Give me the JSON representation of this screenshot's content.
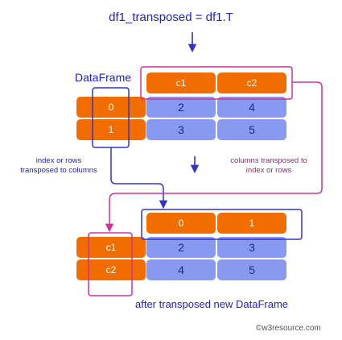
{
  "diagram": {
    "code_title": "df1_transposed = df1.T",
    "dataframe_label": "DataFrame",
    "original": {
      "columns": [
        "c1",
        "c2"
      ],
      "index": [
        "0",
        "1"
      ],
      "values": [
        [
          "2",
          "4"
        ],
        [
          "3",
          "5"
        ]
      ]
    },
    "transposed": {
      "columns": [
        "0",
        "1"
      ],
      "index": [
        "c1",
        "c2"
      ],
      "values": [
        [
          "2",
          "3"
        ],
        [
          "4",
          "5"
        ]
      ]
    },
    "note_left": [
      "index or rows",
      "transposed to columns"
    ],
    "note_right": [
      "columns transposed to",
      "index or rows"
    ],
    "caption": "after transposed new DataFrame",
    "credit": "©w3resource.com",
    "colors": {
      "orange": "#f26d00",
      "blue_cell": "#8899f0",
      "index_frame": "#3333cc",
      "column_frame": "#cc3399",
      "title_text": "#2222bb"
    }
  }
}
